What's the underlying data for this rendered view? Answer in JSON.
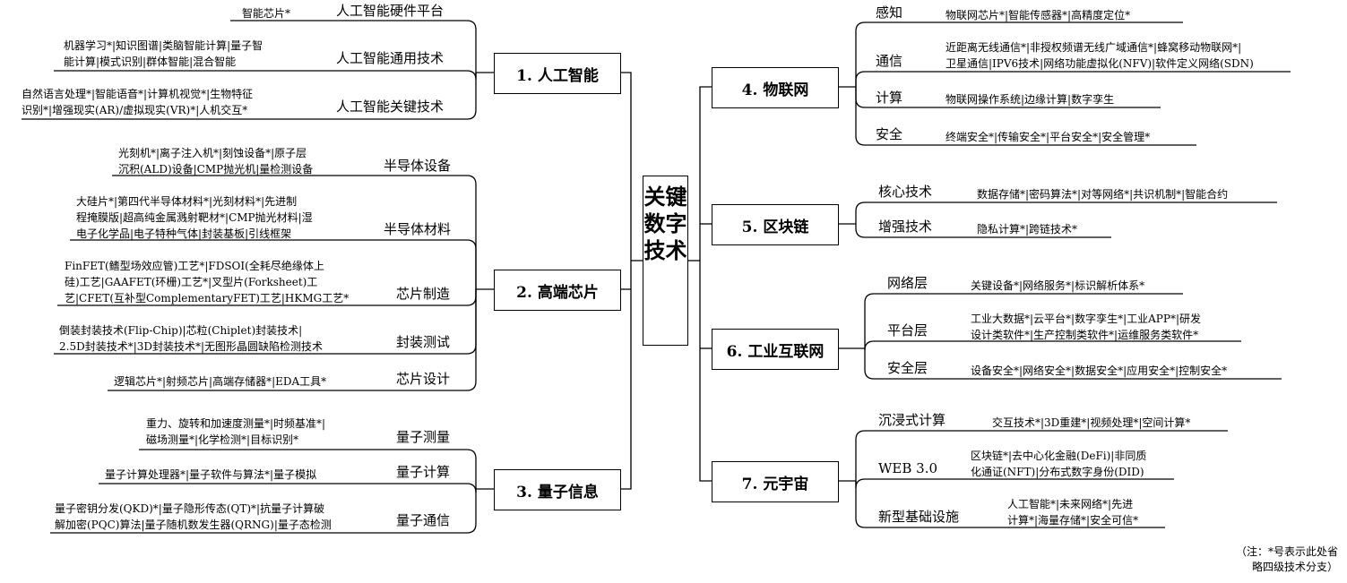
{
  "root": "关键数字技术",
  "branches": [
    {
      "id": "b1",
      "label": "1. 人工智能",
      "subs": [
        {
          "name": "人工智能硬件平台",
          "leaf": "智能芯片*"
        },
        {
          "name": "人工智能通用技术",
          "leaf": "机器学习*|知识图谱|类脑智能计算|量子智\n能计算|模式识别|群体智能|混合智能"
        },
        {
          "name": "人工智能关键技术",
          "leaf": "自然语言处理*|智能语音*|计算机视觉*|生物特征\n识别*|增强现实(AR)/虚拟现实(VR)*|人机交互*"
        }
      ]
    },
    {
      "id": "b2",
      "label": "2. 高端芯片",
      "subs": [
        {
          "name": "半导体设备",
          "leaf": "光刻机*|离子注入机*|刻蚀设备*|原子层\n沉积(ALD)设备|CMP抛光机|量检测设备"
        },
        {
          "name": "半导体材料",
          "leaf": "大硅片*|第四代半导体材料*|光刻材料*|先进制\n程掩膜版|超高纯金属溅射靶材*|CMP抛光材料|湿\n电子化学品|电子特种气体|封装基板|引线框架"
        },
        {
          "name": "芯片制造",
          "leaf": "FinFET(鳍型场效应管)工艺*|FDSOI(全耗尽绝缘体上\n硅)工艺|GAAFET(环栅)工艺*|叉型片(Forksheet)工\n艺|CFET(互补型ComplementaryFET)工艺|HKMG工艺*"
        },
        {
          "name": "封装测试",
          "leaf": "倒装封装技术(Flip-Chip)|芯粒(Chiplet)封装技术|\n2.5D封装技术*|3D封装技术*|无图形晶圆缺陷检测技术"
        },
        {
          "name": "芯片设计",
          "leaf": "逻辑芯片*|射频芯片|高端存储器*|EDA工具*"
        }
      ]
    },
    {
      "id": "b3",
      "label": "3. 量子信息",
      "subs": [
        {
          "name": "量子测量",
          "leaf": "重力、旋转和加速度测量*|时频基准*|\n磁场测量*|化学检测*|目标识别*"
        },
        {
          "name": "量子计算",
          "leaf": "量子计算处理器*|量子软件与算法*|量子模拟"
        },
        {
          "name": "量子通信",
          "leaf": "量子密钥分发(QKD)*|量子隐形传态(QT)*|抗量子计算破\n解加密(PQC)算法|量子随机数发生器(QRNG)|量子态检测"
        }
      ]
    },
    {
      "id": "b4",
      "label": "4. 物联网",
      "subs": [
        {
          "name": "感知",
          "leaf": "物联网芯片*|智能传感器*|高精度定位*"
        },
        {
          "name": "通信",
          "leaf": "近距离无线通信*|非授权频谱无线广域通信*|蜂窝移动物联网*|\n卫星通信|IPV6技术|网络功能虚拟化(NFV)|软件定义网络(SDN)"
        },
        {
          "name": "计算",
          "leaf": "物联网操作系统|边缘计算|数字孪生"
        },
        {
          "name": "安全",
          "leaf": "终端安全*|传输安全*|平台安全*|安全管理*"
        }
      ]
    },
    {
      "id": "b5",
      "label": "5. 区块链",
      "subs": [
        {
          "name": "核心技术",
          "leaf": "数据存储*|密码算法*|对等网络*|共识机制*|智能合约"
        },
        {
          "name": "增强技术",
          "leaf": "隐私计算*|跨链技术*"
        }
      ]
    },
    {
      "id": "b6",
      "label": "6. 工业互联网",
      "subs": [
        {
          "name": "网络层",
          "leaf": "关键设备*|网络服务*|标识解析体系*"
        },
        {
          "name": "平台层",
          "leaf": "工业大数据*|云平台*|数字孪生*|工业APP*|研发\n设计类软件*|生产控制类软件*|运维服务类软件*"
        },
        {
          "name": "安全层",
          "leaf": "设备安全*|网络安全*|数据安全*|应用安全*|控制安全*"
        }
      ]
    },
    {
      "id": "b7",
      "label": "7. 元宇宙",
      "subs": [
        {
          "name": "沉浸式计算",
          "leaf": "交互技术*|3D重建*|视频处理*|空间计算*"
        },
        {
          "name": "WEB 3.0",
          "leaf": "区块链*|去中心化金融(DeFi)|非同质\n化通证(NFT)|分布式数字身份(DID)"
        },
        {
          "name": "新型基础设施",
          "leaf": "人工智能*|未来网络*|先进\n计算*|海量存储*|安全可信*"
        }
      ]
    }
  ],
  "note": "（注：*号表示此处省\n略四级技术分支）"
}
